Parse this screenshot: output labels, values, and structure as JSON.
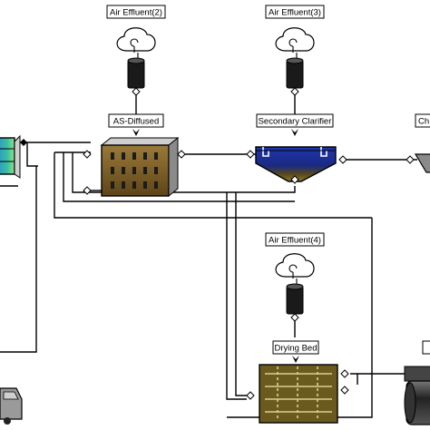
{
  "labels": {
    "air_effluent_2": "Air Effluent(2)",
    "air_effluent_3": "Air Effluent(3)",
    "air_effluent_4": "Air Effluent(4)",
    "as_diffused": "AS-Diffused",
    "secondary_clarifier": "Secondary Clarifier",
    "drying_bed": "Drying Bed",
    "chlorination_partial": "Ch"
  },
  "colors": {
    "line": "#000000",
    "aeration_tank": "#7a5a22",
    "clarifier_water": "#1a2a9a",
    "clarifier_sludge": "#5b4a18",
    "drying_bed": "#6a5a1e",
    "label_box": "#ffffff"
  }
}
